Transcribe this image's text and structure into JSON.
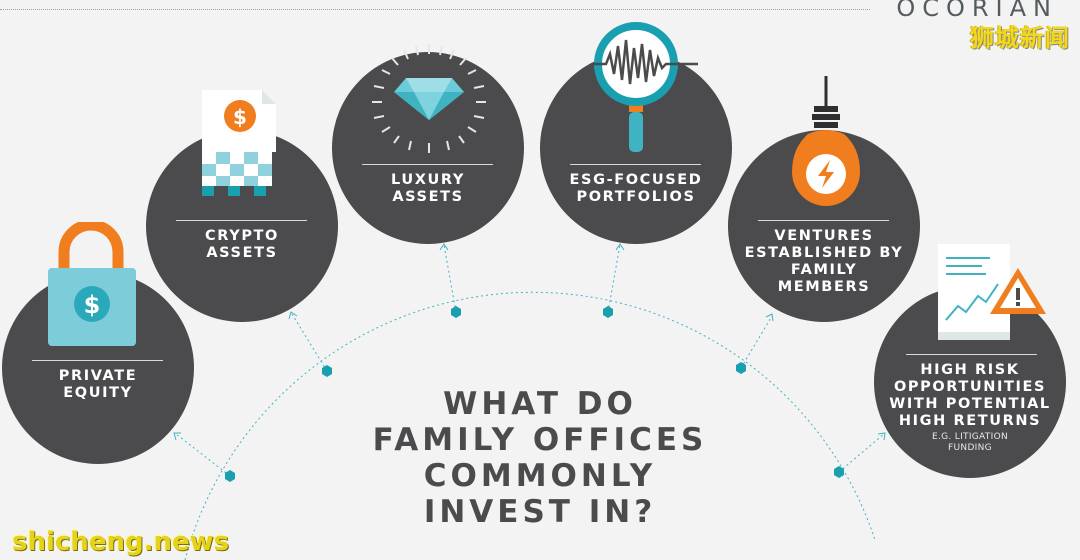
{
  "brand": "OCORIAN",
  "watermark_cn": "狮城新闻",
  "watermark_site": "shicheng.news",
  "question": "WHAT DO\nFAMILY OFFICES\nCOMMONLY\nINVEST IN?",
  "items": [
    {
      "label": "PRIVATE\nEQUITY",
      "icon": "padlock-dollar-icon"
    },
    {
      "label": "CRYPTO\nASSETS",
      "icon": "crypto-document-icon"
    },
    {
      "label": "LUXURY\nASSETS",
      "icon": "diamond-icon"
    },
    {
      "label": "ESG-FOCUSED\nPORTFOLIOS",
      "icon": "magnifier-wave-icon"
    },
    {
      "label": "VENTURES\nESTABLISHED BY\nFAMILY\nMEMBERS",
      "icon": "lightbulb-icon"
    },
    {
      "label": "HIGH RISK\nOPPORTUNITIES\nWITH POTENTIAL\nHIGH RETURNS",
      "sublabel": "E.G. LITIGATION\nFUNDING",
      "icon": "warning-chart-icon"
    }
  ],
  "colors": {
    "circle": "#4b4a4c",
    "accent_teal": "#1aa3b5",
    "accent_orange": "#f07d1e",
    "background": "#f3f3f3",
    "text_dark": "#4b4a4c"
  }
}
